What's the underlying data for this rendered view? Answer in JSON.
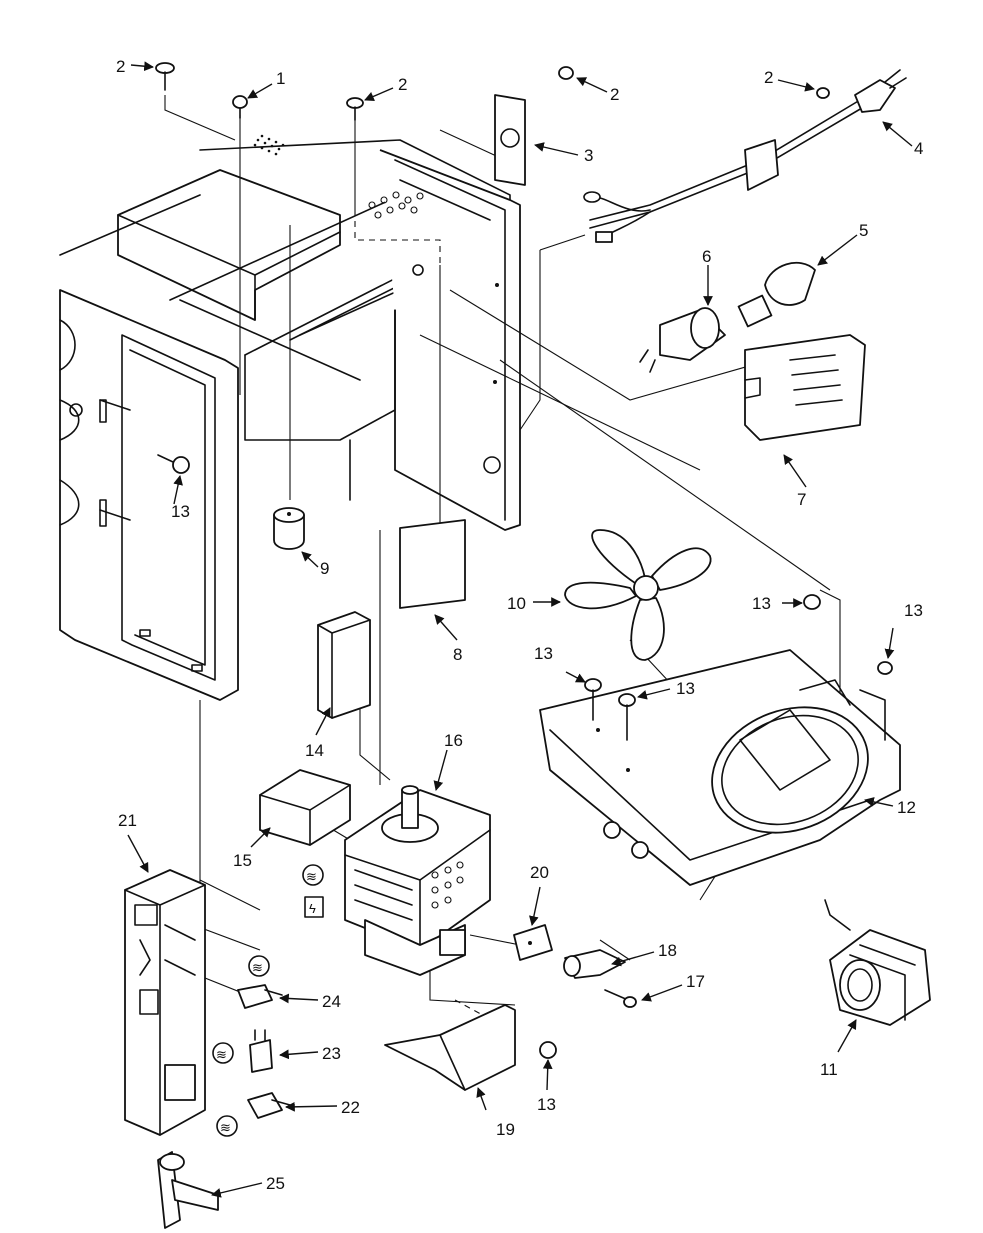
{
  "callouts": [
    {
      "id": "c2a",
      "label": "2"
    },
    {
      "id": "c1",
      "label": "1"
    },
    {
      "id": "c2b",
      "label": "2"
    },
    {
      "id": "c2c",
      "label": "2"
    },
    {
      "id": "c2d",
      "label": "2"
    },
    {
      "id": "c3",
      "label": "3"
    },
    {
      "id": "c4",
      "label": "4"
    },
    {
      "id": "c5",
      "label": "5"
    },
    {
      "id": "c6",
      "label": "6"
    },
    {
      "id": "c7",
      "label": "7"
    },
    {
      "id": "c8",
      "label": "8"
    },
    {
      "id": "c9",
      "label": "9"
    },
    {
      "id": "c10",
      "label": "10"
    },
    {
      "id": "c11",
      "label": "11"
    },
    {
      "id": "c12",
      "label": "12"
    },
    {
      "id": "c13a",
      "label": "13"
    },
    {
      "id": "c13b",
      "label": "13"
    },
    {
      "id": "c13c",
      "label": "13"
    },
    {
      "id": "c13d",
      "label": "13"
    },
    {
      "id": "c13e",
      "label": "13"
    },
    {
      "id": "c13f",
      "label": "13"
    },
    {
      "id": "c14",
      "label": "14"
    },
    {
      "id": "c15",
      "label": "15"
    },
    {
      "id": "c16",
      "label": "16"
    },
    {
      "id": "c17",
      "label": "17"
    },
    {
      "id": "c18",
      "label": "18"
    },
    {
      "id": "c19",
      "label": "19"
    },
    {
      "id": "c20",
      "label": "20"
    },
    {
      "id": "c21",
      "label": "21"
    },
    {
      "id": "c22",
      "label": "22"
    },
    {
      "id": "c23",
      "label": "23"
    },
    {
      "id": "c24",
      "label": "24"
    },
    {
      "id": "c25",
      "label": "25"
    }
  ]
}
